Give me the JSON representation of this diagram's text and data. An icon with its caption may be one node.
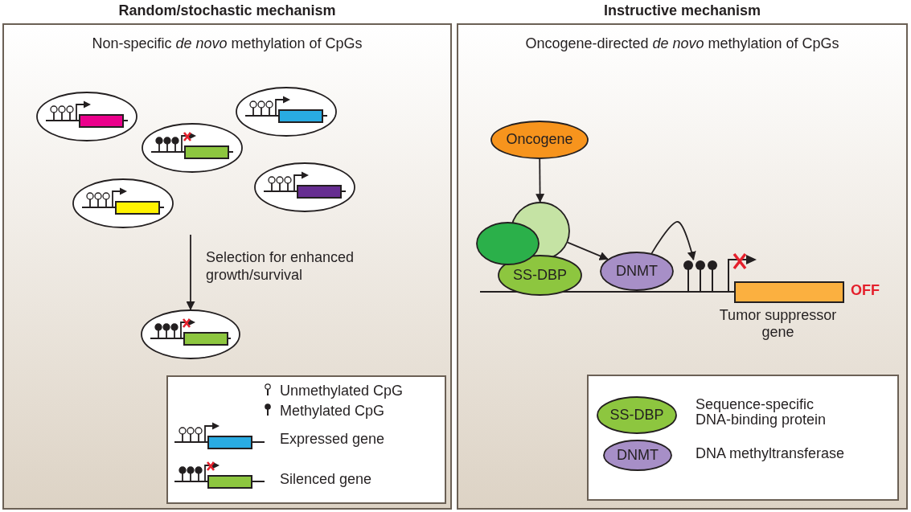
{
  "diagram": {
    "nodes": [
      {
        "text": [
          "Random/stochastic mechanism",
          "Non-specific *de novo* methylation of CpGs"
        ]
      },
      {
        "text": [],
        "shape": "ellipse",
        "in": 0
      },
      {
        "text": [],
        "shape": "ellipse",
        "in": 0
      },
      {
        "text": [],
        "shape": "ellipse",
        "in": 0
      },
      {
        "text": [],
        "shape": "ellipse",
        "in": 0
      },
      {
        "text": [],
        "shape": "ellipse",
        "in": 0
      },
      {
        "text": [],
        "shape": "ellipse",
        "in": 0
      },
      {
        "text": [
          "Instructive mechanism",
          "Oncogene-directed *de novo* methylation of CpGs"
        ]
      },
      {
        "text": [
          "Oncogene"
        ],
        "in": 7
      },
      {
        "text": [],
        "shape": "circle",
        "in": 7
      },
      {
        "text": [],
        "shape": "ellipse",
        "in": 7
      },
      {
        "text": [
          "SS-DBP"
        ],
        "in": 7
      },
      {
        "text": [
          "DNMT"
        ],
        "in": 7
      },
      {
        "text": [],
        "shape": "lollipop",
        "in": 7
      },
      {
        "text": [],
        "shape": "box",
        "in": 7,
        "beside": [
          "OFF",
          "Tumor suppressor gene"
        ]
      },
      {
        "text": [
          "SS-DBP"
        ],
        "in": 7,
        "beside": [
          "Sequence-specific DNA-binding protein"
        ]
      },
      {
        "text": [
          "DNMT"
        ],
        "in": 7,
        "beside": [
          "DNA methyltransferase"
        ]
      }
    ],
    "edges": [
      {
        "from": null,
        "to": 6,
        "arrow": "to",
        "label": "Selection for enhanced growth/survival"
      },
      {
        "from": 8,
        "to": 9,
        "arrow": "to"
      },
      {
        "from": 9,
        "to": 12,
        "arrow": "to"
      },
      {
        "from": 12,
        "to": 13,
        "arrow": "to"
      }
    ],
    "legend": [
      {
        "text": "Unmethylated CpG"
      },
      {
        "text": "Methylated CpG"
      },
      {
        "text": "Expressed gene"
      },
      {
        "text": "Silenced gene"
      }
    ]
  }
}
